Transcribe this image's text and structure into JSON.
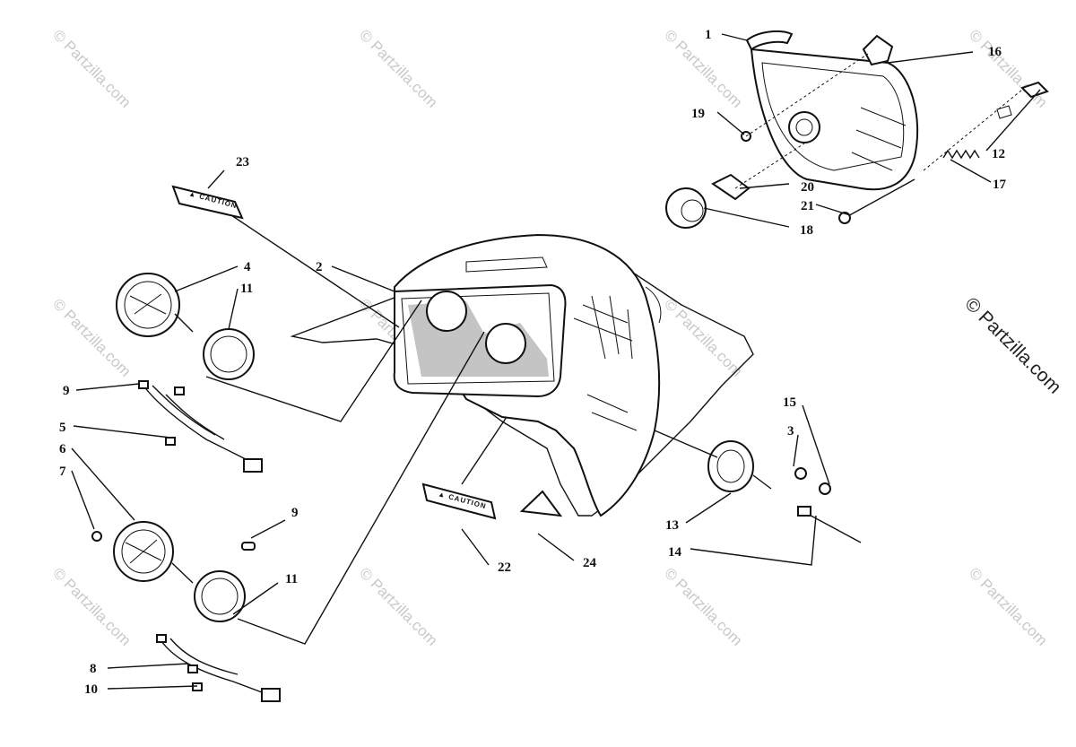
{
  "watermark": {
    "text": "© Partzilla.com",
    "main_text": "© Partzilla.com"
  },
  "decals": {
    "caution_text": "▲ CAUTION"
  },
  "callouts": [
    {
      "id": "c1",
      "number": "1"
    },
    {
      "id": "c2",
      "number": "2"
    },
    {
      "id": "c3",
      "number": "3"
    },
    {
      "id": "c4",
      "number": "4"
    },
    {
      "id": "c5",
      "number": "5"
    },
    {
      "id": "c6",
      "number": "6"
    },
    {
      "id": "c7",
      "number": "7"
    },
    {
      "id": "c8",
      "number": "8"
    },
    {
      "id": "c9a",
      "number": "9"
    },
    {
      "id": "c9b",
      "number": "9"
    },
    {
      "id": "c10",
      "number": "10"
    },
    {
      "id": "c11a",
      "number": "11"
    },
    {
      "id": "c11b",
      "number": "11"
    },
    {
      "id": "c12",
      "number": "12"
    },
    {
      "id": "c13",
      "number": "13"
    },
    {
      "id": "c14",
      "number": "14"
    },
    {
      "id": "c15",
      "number": "15"
    },
    {
      "id": "c16",
      "number": "16"
    },
    {
      "id": "c17",
      "number": "17"
    },
    {
      "id": "c18",
      "number": "18"
    },
    {
      "id": "c19",
      "number": "19"
    },
    {
      "id": "c20",
      "number": "20"
    },
    {
      "id": "c21",
      "number": "21"
    },
    {
      "id": "c22",
      "number": "22"
    },
    {
      "id": "c23",
      "number": "23"
    },
    {
      "id": "c24",
      "number": "24"
    }
  ]
}
